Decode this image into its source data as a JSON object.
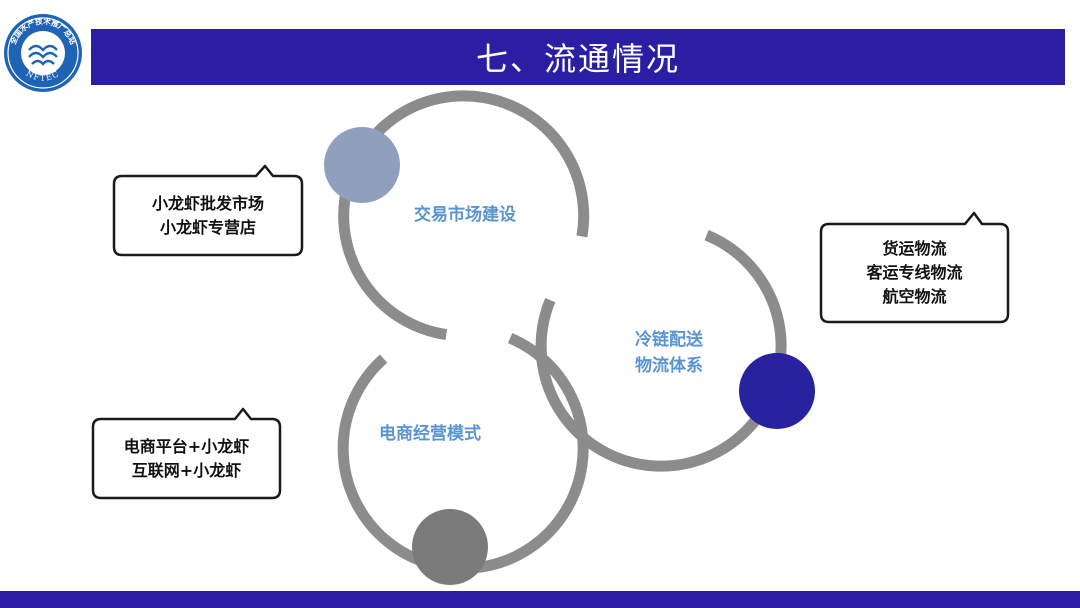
{
  "header": {
    "title": "七、流通情况",
    "logo": {
      "icon": "nftec-logo-icon",
      "ring_text": "全国水产技术推广总站",
      "acronym": "NFTEC"
    }
  },
  "diagram": {
    "rings": [
      {
        "label_lines": [
          "交易市场建设"
        ],
        "node_color": "#8ea0bb"
      },
      {
        "label_lines": [
          "冷链配送",
          "物流体系"
        ],
        "node_color": "#27229e"
      },
      {
        "label_lines": [
          "电商经营模式"
        ],
        "node_color": "#7b7b7b"
      }
    ],
    "callouts": [
      {
        "lines": [
          "小龙虾批发市场",
          "小龙虾专营店"
        ]
      },
      {
        "lines": [
          "货运物流",
          "客运专线物流",
          "航空物流"
        ]
      },
      {
        "lines": [
          "电商平台+小龙虾",
          "互联网+小龙虾"
        ]
      }
    ]
  },
  "colors": {
    "brand": "#2a1fa3",
    "ring_stroke": "#8c8c8c",
    "label_text": "#5a95cf"
  }
}
